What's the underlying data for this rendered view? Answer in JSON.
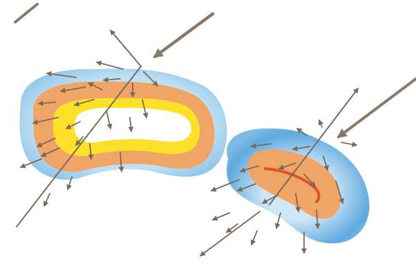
{
  "diagram": {
    "colors": {
      "background": "#ffffff",
      "outer_halo": "#a9d4ee",
      "outer_halo_edge": "#7fb8e0",
      "ring_orange": "#f2a766",
      "ring_orange_dark": "#e88a4c",
      "yellow_band": "#fde02a",
      "core_white": "#ffffff",
      "arrow": "#7a6a5a",
      "incident_ray": "#8a7866"
    },
    "figures": [
      {
        "name": "left-kidney-shape",
        "layers": [
          "halo",
          "orange-ring",
          "yellow-band",
          "white-core"
        ]
      },
      {
        "name": "right-kidney-shape",
        "layers": [
          "halo",
          "orange-core",
          "red-line"
        ]
      }
    ]
  }
}
